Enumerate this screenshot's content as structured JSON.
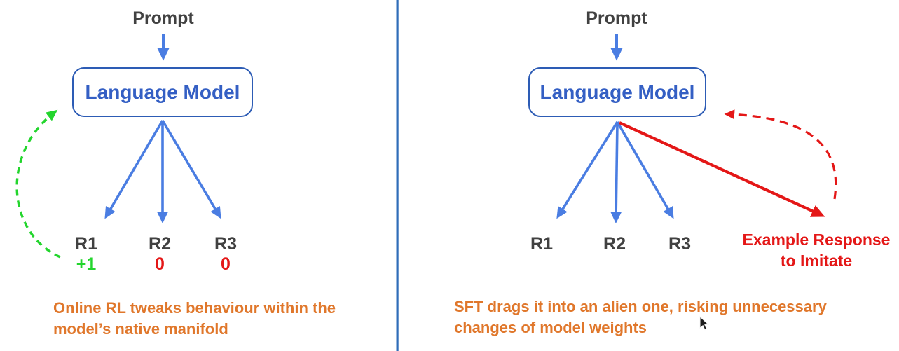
{
  "colors": {
    "background": "#ffffff",
    "arrow-blue": "#4a7de2",
    "box-border-blue": "#2d5cb5",
    "model-text-blue": "#345fc4",
    "divider-blue": "#2f6db8",
    "text-gray": "#414141",
    "caption-orange": "#e0772b",
    "reward-green": "#23d52d",
    "sft-red": "#e41717"
  },
  "left_panel": {
    "prompt_label": "Prompt",
    "model_label": "Language Model",
    "responses": [
      {
        "label": "R1",
        "score": "+1",
        "score_color": "green"
      },
      {
        "label": "R2",
        "score": "0",
        "score_color": "red"
      },
      {
        "label": "R3",
        "score": "0",
        "score_color": "red"
      }
    ],
    "caption": [
      "Online RL tweaks behaviour within the",
      "model’s native manifold"
    ]
  },
  "right_panel": {
    "prompt_label": "Prompt",
    "model_label": "Language Model",
    "responses": [
      {
        "label": "R1"
      },
      {
        "label": "R2"
      },
      {
        "label": "R3"
      }
    ],
    "example_label": [
      "Example Response",
      "to Imitate"
    ],
    "caption": [
      "SFT drags it into an alien one, risking unnecessary",
      "changes of model weights"
    ]
  },
  "icons": {
    "cursor": "mouse-pointer-arrow"
  }
}
